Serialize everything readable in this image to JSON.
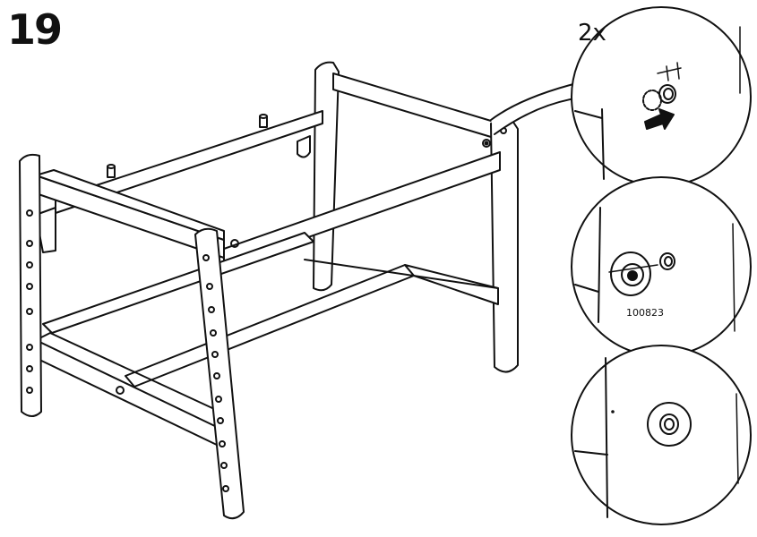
{
  "instruction": {
    "step_number": "19",
    "quantity_label": "2x",
    "part_number": "100823"
  },
  "illustration": {
    "subject": "desk-frame",
    "detail_views": 3,
    "icons": [
      "desk-frame-illustration",
      "dowel-insert-detail",
      "cam-lock-detail",
      "cam-lock-installed-detail"
    ]
  }
}
